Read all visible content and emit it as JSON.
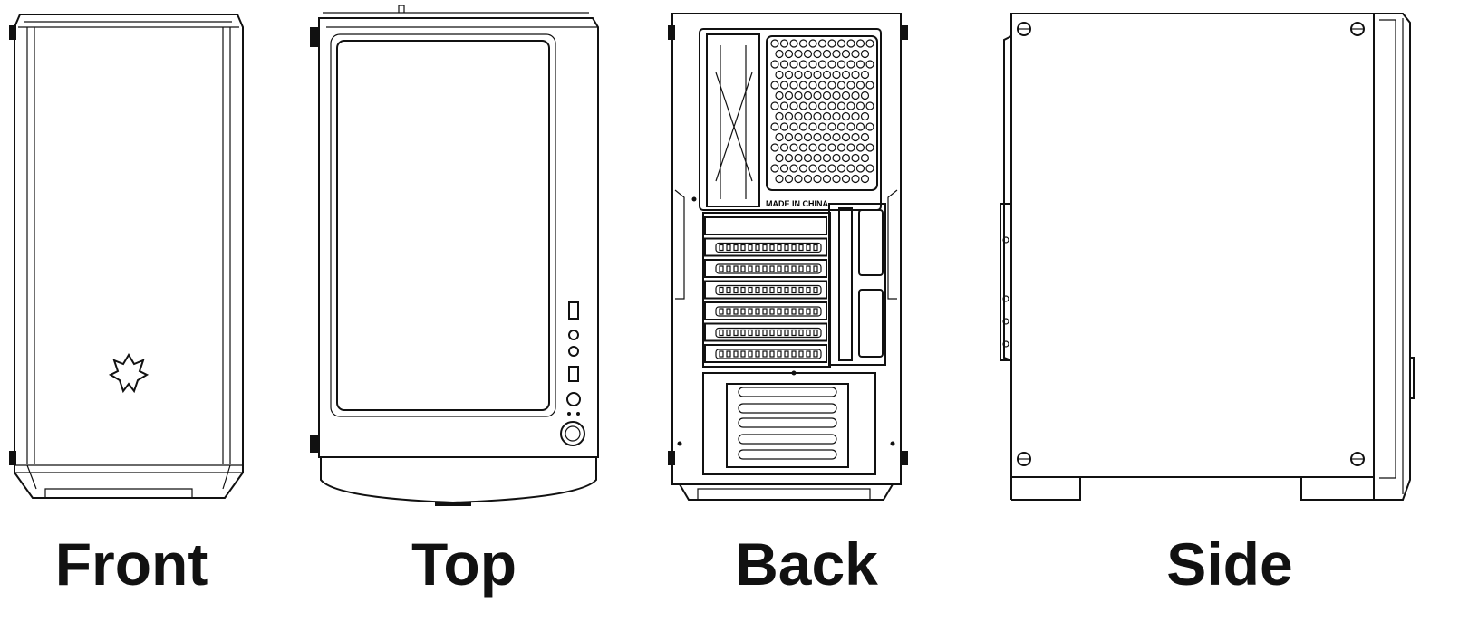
{
  "views": [
    {
      "id": "front",
      "label": "Front"
    },
    {
      "id": "top",
      "label": "Top"
    },
    {
      "id": "back",
      "label": "Back"
    },
    {
      "id": "side",
      "label": "Side"
    }
  ],
  "back_marking": "MADE IN CHINA",
  "colors": {
    "line": "#111111",
    "background": "#ffffff"
  }
}
